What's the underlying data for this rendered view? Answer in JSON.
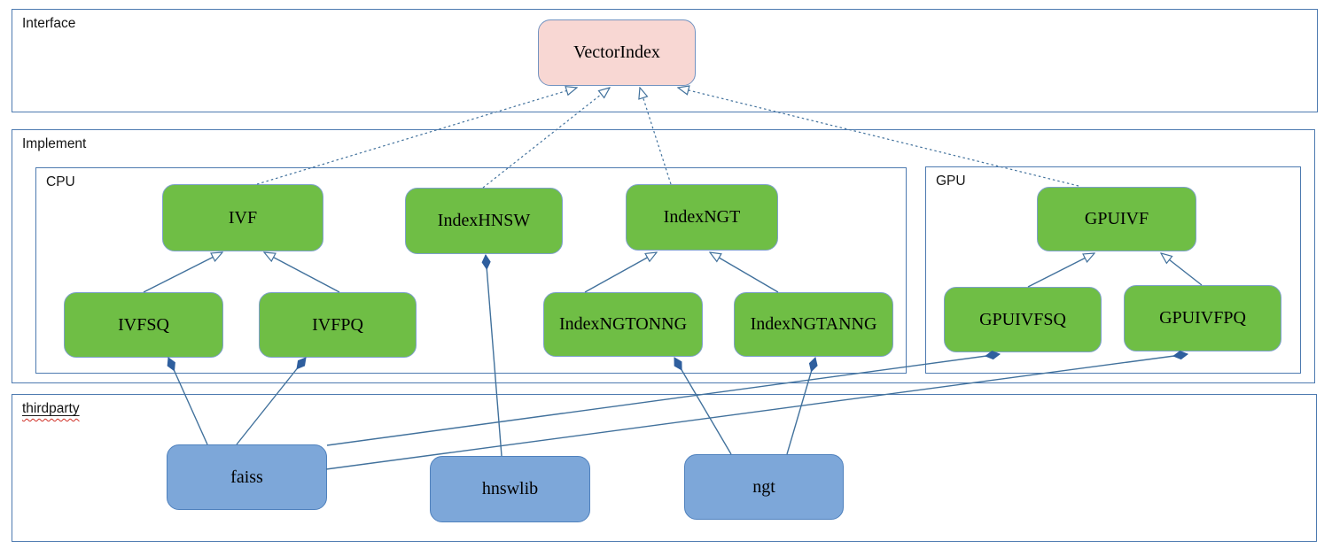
{
  "sections": {
    "interface": {
      "label": "Interface"
    },
    "implement": {
      "label": "Implement"
    },
    "cpu": {
      "label": "CPU"
    },
    "gpu": {
      "label": "GPU"
    },
    "thirdparty": {
      "label": "thirdparty",
      "underlined": true,
      "spellcheck_squiggle": true
    }
  },
  "nodes": {
    "vectorindex": {
      "label": "VectorIndex",
      "section": "interface",
      "kind": "interface"
    },
    "ivf": {
      "label": "IVF",
      "section": "cpu",
      "kind": "class"
    },
    "indexhnsw": {
      "label": "IndexHNSW",
      "section": "cpu",
      "kind": "class"
    },
    "indexngt": {
      "label": "IndexNGT",
      "section": "cpu",
      "kind": "class"
    },
    "ivfsq": {
      "label": "IVFSQ",
      "section": "cpu",
      "kind": "class"
    },
    "ivfpq": {
      "label": "IVFPQ",
      "section": "cpu",
      "kind": "class"
    },
    "indexngtonng": {
      "label": "IndexNGTONNG",
      "section": "cpu",
      "kind": "class"
    },
    "indexngtanng": {
      "label": "IndexNGTANNG",
      "section": "cpu",
      "kind": "class"
    },
    "gpuivf": {
      "label": "GPUIVF",
      "section": "gpu",
      "kind": "class"
    },
    "gpuivfsq": {
      "label": "GPUIVFSQ",
      "section": "gpu",
      "kind": "class"
    },
    "gpuivfpq": {
      "label": "GPUIVFPQ",
      "section": "gpu",
      "kind": "class"
    },
    "faiss": {
      "label": "faiss",
      "section": "thirdparty",
      "kind": "library"
    },
    "hnswlib": {
      "label": "hnswlib",
      "section": "thirdparty",
      "kind": "library"
    },
    "ngt": {
      "label": "ngt",
      "section": "thirdparty",
      "kind": "library"
    }
  },
  "relationships": {
    "realization_dashed_hollow_arrow": [
      {
        "from": "IVF",
        "to": "VectorIndex"
      },
      {
        "from": "IndexHNSW",
        "to": "VectorIndex"
      },
      {
        "from": "IndexNGT",
        "to": "VectorIndex"
      },
      {
        "from": "GPUIVF",
        "to": "VectorIndex"
      }
    ],
    "inheritance_solid_hollow_arrow": [
      {
        "from": "IVFSQ",
        "to": "IVF"
      },
      {
        "from": "IVFPQ",
        "to": "IVF"
      },
      {
        "from": "IndexNGTONNG",
        "to": "IndexNGT"
      },
      {
        "from": "IndexNGTANNG",
        "to": "IndexNGT"
      },
      {
        "from": "GPUIVFSQ",
        "to": "GPUIVF"
      },
      {
        "from": "GPUIVFPQ",
        "to": "GPUIVF"
      }
    ],
    "composition_filled_diamond": [
      {
        "from": "faiss",
        "to": "IVFSQ"
      },
      {
        "from": "faiss",
        "to": "IVFPQ"
      },
      {
        "from": "faiss",
        "to": "GPUIVFSQ"
      },
      {
        "from": "faiss",
        "to": "GPUIVFPQ"
      },
      {
        "from": "hnswlib",
        "to": "IndexHNSW"
      },
      {
        "from": "ngt",
        "to": "IndexNGTONNG"
      },
      {
        "from": "ngt",
        "to": "IndexNGTANNG"
      }
    ]
  },
  "colors": {
    "class_fill_green": "#6fbe45",
    "class_border": "#7ea0cc",
    "library_fill_blue": "#7da7d9",
    "library_border": "#4f81bd",
    "interface_fill_pink": "#f8d7d3",
    "interface_border": "#7293c1",
    "connector_stroke": "#41719c",
    "diamond_fill": "#2f5f9e",
    "section_border": "#4d7ab0",
    "spellcheck_red": "#cf2e24"
  }
}
